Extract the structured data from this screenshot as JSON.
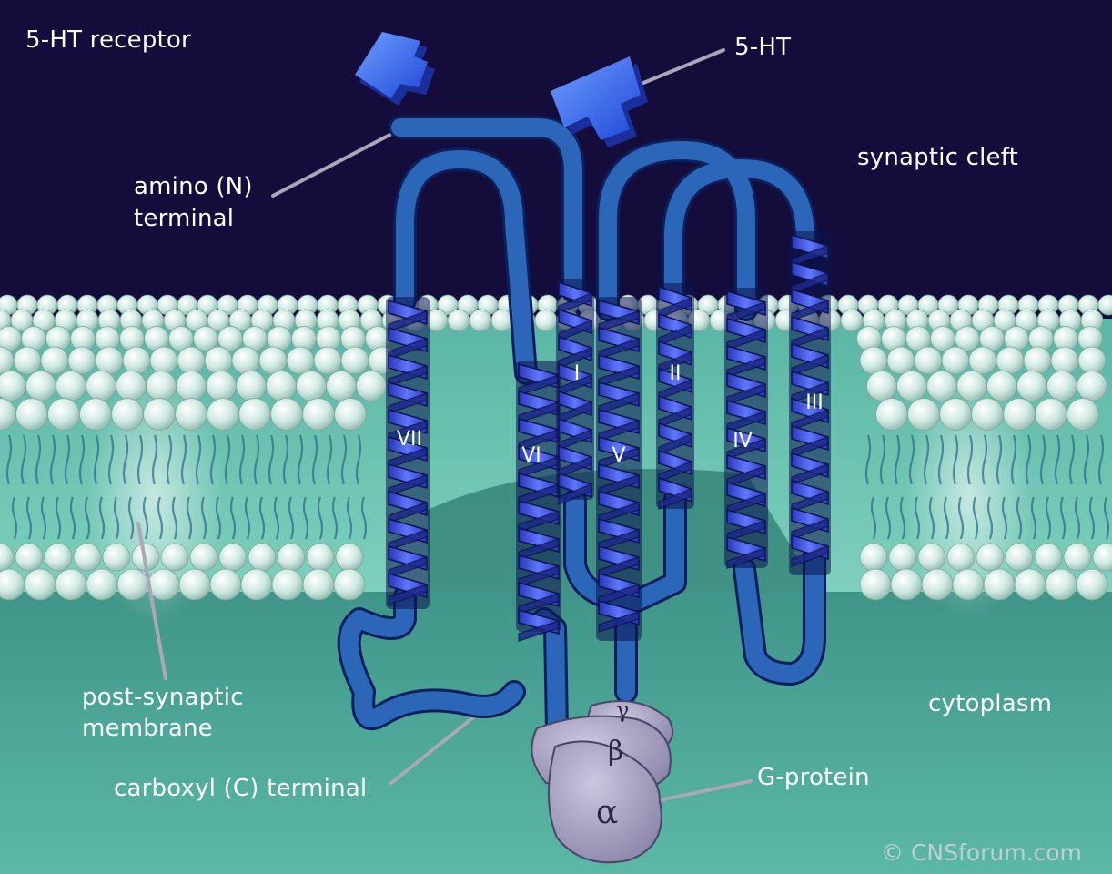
{
  "title": "5-HT receptor",
  "labels": {
    "ligand": "5-HT",
    "synaptic_cleft": "synaptic cleft",
    "amino_terminal_line1": "amino (N)",
    "amino_terminal_line2": "terminal",
    "membrane_line1": "post-synaptic",
    "membrane_line2": "membrane",
    "carboxyl_terminal": "carboxyl (C) terminal",
    "cytoplasm": "cytoplasm",
    "g_protein": "G-protein"
  },
  "helices": [
    "I",
    "II",
    "III",
    "IV",
    "V",
    "VI",
    "VII"
  ],
  "g_protein_subunits": {
    "alpha": "α",
    "beta": "β",
    "gamma": "γ"
  },
  "credit": "© CNSforum.com",
  "colors": {
    "cleft": "#140c3a",
    "cytoplasm": "#3f9c8c",
    "membrane_core": "#6fc7b5",
    "lipid_head": "#d8efe9",
    "helix": "#3b4fd8",
    "helix_light": "#5a72ff",
    "loop": "#2a5fb0",
    "ligand": "#3f7dff",
    "g_protein": "#a9a3c4",
    "leader_line": "#a9a7b8"
  }
}
